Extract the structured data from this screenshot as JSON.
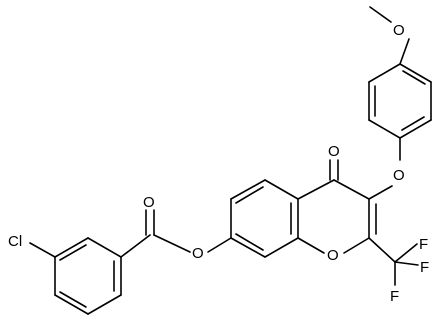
{
  "structure": {
    "atom_labels": {
      "oxygen_methoxy": "O",
      "carbon_methyl": "",
      "oxygen_ether": "O",
      "oxygen_ketone": "O",
      "oxygen_ring": "O",
      "oxygen_ester_link": "O",
      "oxygen_ester_carbonyl": "O",
      "chlorine": "Cl",
      "fluorine_1": "F",
      "fluorine_2": "F",
      "fluorine_3": "F"
    },
    "line_color": "#000000",
    "background": "#ffffff"
  }
}
